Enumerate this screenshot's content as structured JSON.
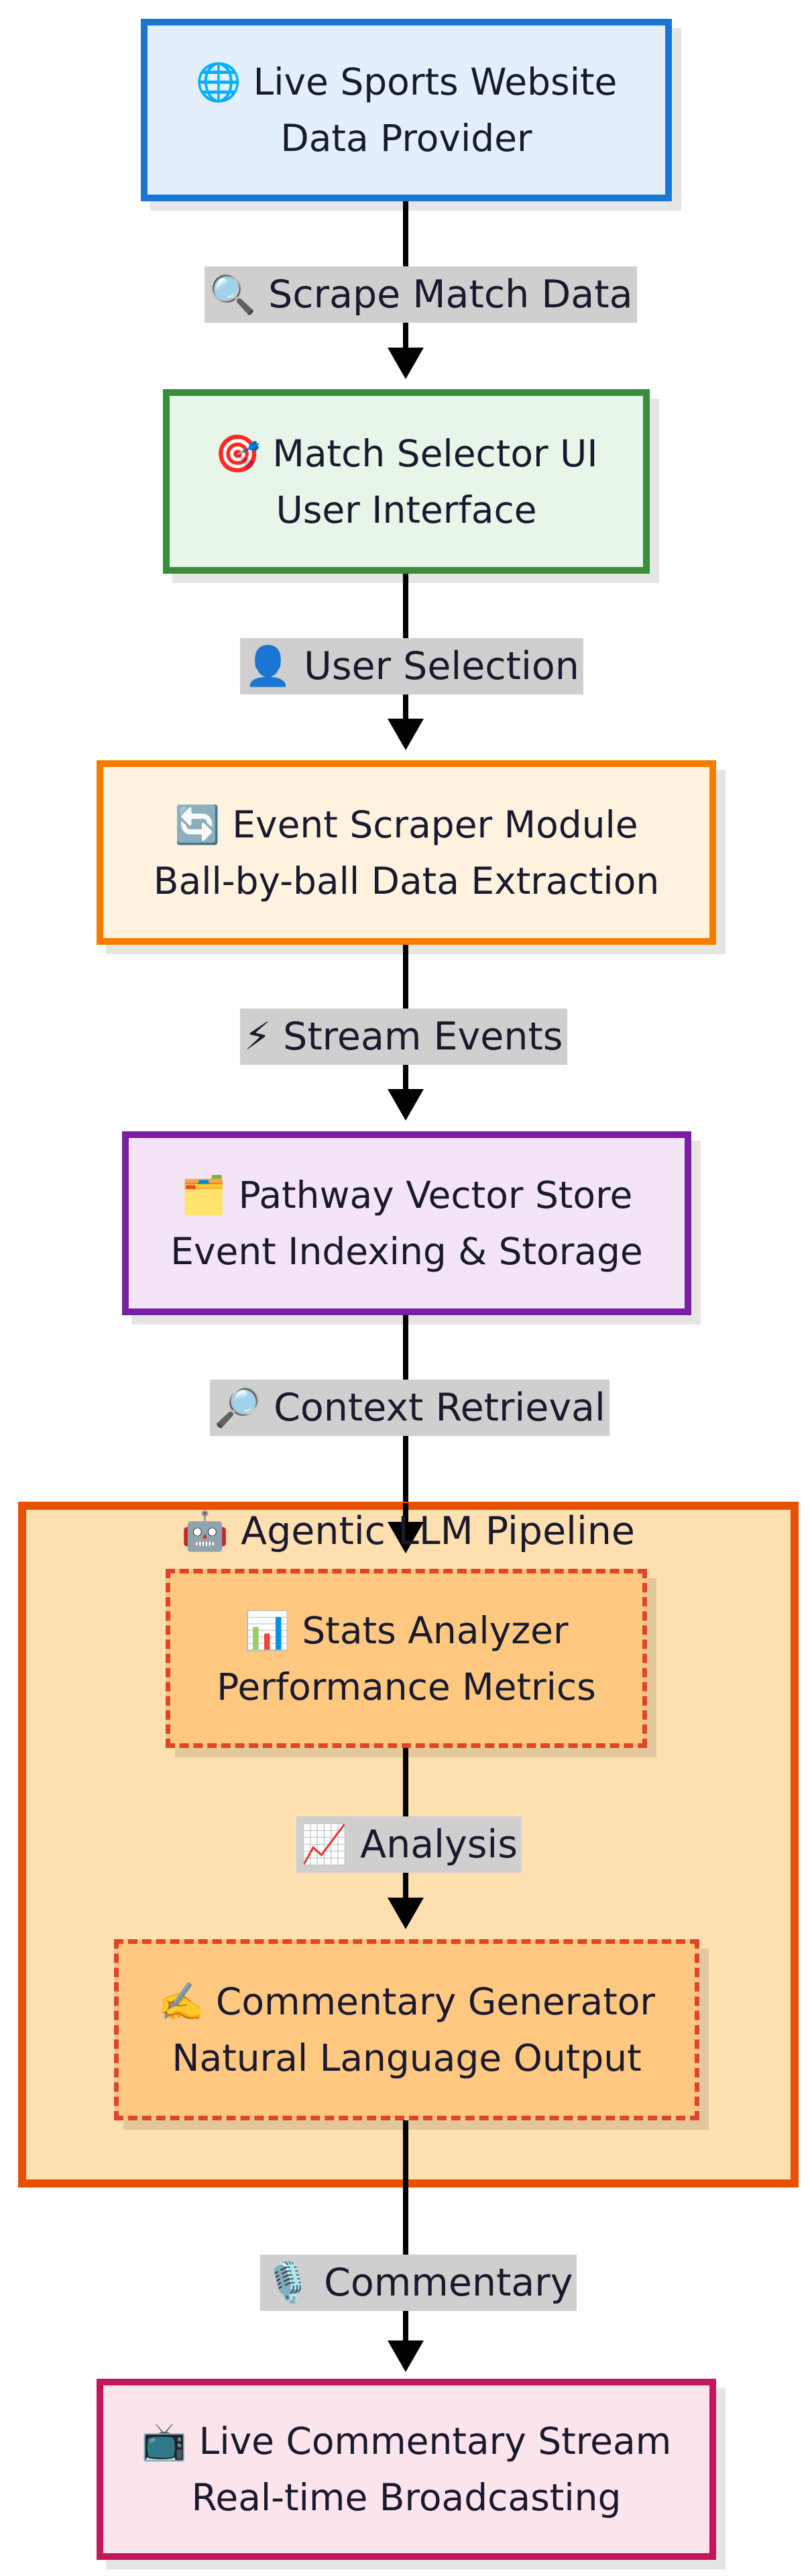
{
  "diagram": {
    "nodes": {
      "provider": {
        "icon": "🌐",
        "title": "Live Sports Website",
        "subtitle": "Data Provider",
        "border": "#1976d2",
        "fill": "#e3f0fc"
      },
      "selector": {
        "icon": "🎯",
        "title": "Match Selector UI",
        "subtitle": "User Interface",
        "border": "#388e3c",
        "fill": "#e8f5e9"
      },
      "scraper": {
        "icon": "🔄",
        "title": "Event Scraper Module",
        "subtitle": "Ball-by-ball Data Extraction",
        "border": "#f57c00",
        "fill": "#fff3e0"
      },
      "vector_store": {
        "icon": "🗂️",
        "title": "Pathway Vector Store",
        "subtitle": "Event Indexing & Storage",
        "border": "#7b1fa2",
        "fill": "#f3e5f5"
      },
      "stats": {
        "icon": "📊",
        "title": "Stats Analyzer",
        "subtitle": "Performance Metrics"
      },
      "generator": {
        "icon": "✍️",
        "title": "Commentary Generator",
        "subtitle": "Natural Language Output"
      },
      "stream": {
        "icon": "📺",
        "title": "Live Commentary Stream",
        "subtitle": "Real-time Broadcasting",
        "border": "#c2185b",
        "fill": "#fce4ec"
      }
    },
    "cluster": {
      "icon": "🤖",
      "title": "Agentic LLM Pipeline"
    },
    "edges": {
      "scrape": {
        "icon": "🔍",
        "label": "Scrape Match Data"
      },
      "selection": {
        "icon": "👤",
        "label": "User Selection"
      },
      "stream_events": {
        "icon": "⚡",
        "label": "Stream Events"
      },
      "retrieval": {
        "icon": "🔎",
        "label": "Context Retrieval"
      },
      "analysis": {
        "icon": "📈",
        "label": "Analysis"
      },
      "commentary": {
        "icon": "🎙️",
        "label": "Commentary"
      }
    }
  }
}
